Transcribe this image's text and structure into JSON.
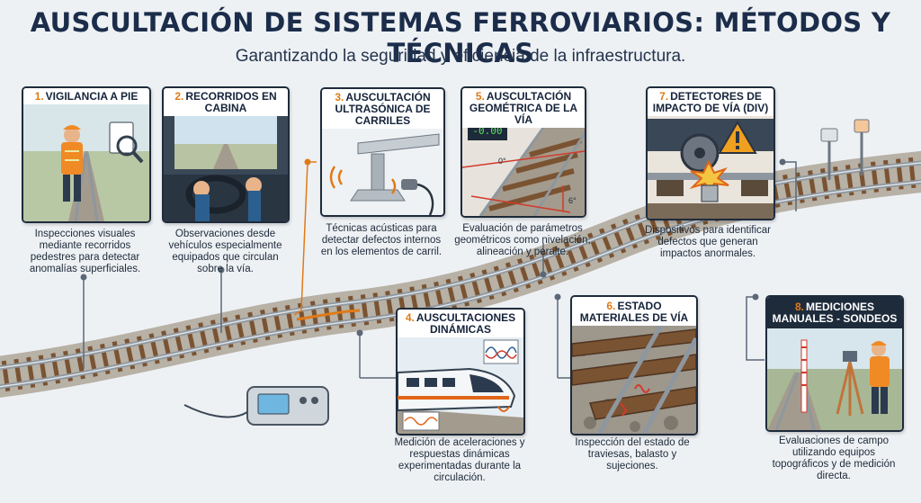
{
  "title": "AUSCULTACIÓN DE SISTEMAS FERROVIARIOS: MÉTODOS Y TÉCNICAS",
  "subtitle": "Garantizando la seguridad y eficiencia de la infraestructura.",
  "colors": {
    "accent": "#e07a17",
    "navy": "#1e2b3b",
    "rail": "#8e979f",
    "sleeper": "#7a5332"
  },
  "methods": [
    {
      "num": "1.",
      "name": "VIGILANCIA A PIE",
      "desc": "Inspecciones visuales mediante recorridos pedestres para detectar anomalías superficiales."
    },
    {
      "num": "2.",
      "name": "RECORRIDOS EN CABINA",
      "desc": "Observaciones desde vehículos especialmente equipados que circulan sobre la vía."
    },
    {
      "num": "3.",
      "name": "AUSCULTACIÓN ULTRASÓNICA DE CARRILES",
      "desc": "Técnicas acústicas para detectar defectos internos en los elementos de carril."
    },
    {
      "num": "4.",
      "name": "AUSCULTACIONES DINÁMICAS",
      "desc": "Medición de aceleraciones y respuestas dinámicas experimentadas durante la circulación."
    },
    {
      "num": "5.",
      "name": "AUSCULTACIÓN GEOMÉTRICA DE LA VÍA",
      "desc": "Evaluación de parámetros geométricos como nivelación, alineación y peralte.",
      "display": "-0.00",
      "angle1": "0°",
      "angle2": "6°"
    },
    {
      "num": "6.",
      "name": "ESTADO MATERIALES DE VÍA",
      "desc": "Inspección del estado de traviesas, balasto y sujeciones."
    },
    {
      "num": "7.",
      "name": "DETECTORES DE IMPACTO DE VÍA (DIV)",
      "desc": "Dispositivos para identificar defectos que generan impactos anormales."
    },
    {
      "num": "8.",
      "name": "MEDICIONES MANUALES - SONDEOS",
      "desc": "Evaluaciones de campo utilizando equipos topográficos y de medición directa."
    }
  ]
}
